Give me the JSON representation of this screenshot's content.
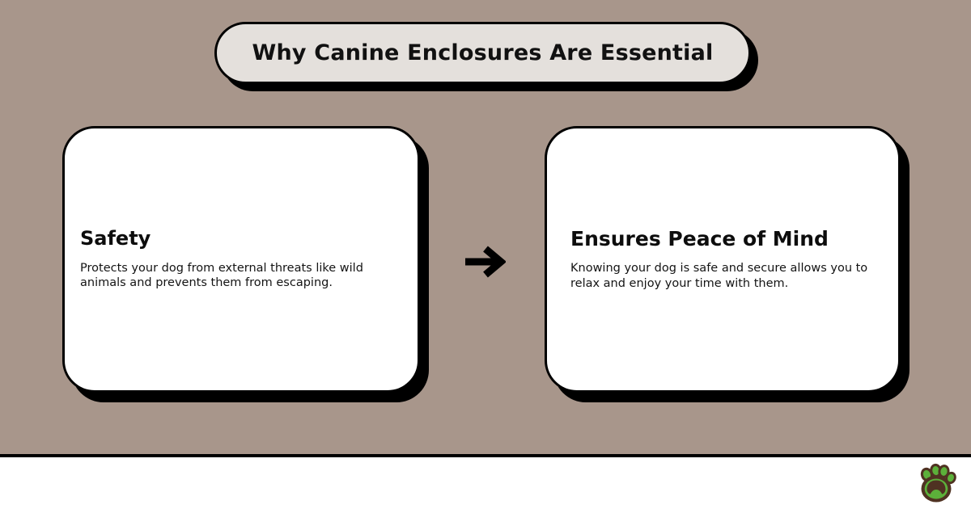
{
  "header": {
    "title": "Why Canine Enclosures Are Essential"
  },
  "cards": [
    {
      "heading": "Safety",
      "body": "Protects your dog from external threats like wild animals and prevents them from escaping."
    },
    {
      "heading": "Ensures Peace of Mind",
      "body": "Knowing your dog is safe and secure allows you to relax and enjoy your time with them."
    }
  ],
  "connector": {
    "icon": "arrow-right-icon"
  },
  "footer": {
    "logo_icon": "paw-print-logo"
  },
  "colors": {
    "background": "#a8968b",
    "title_pill_fill": "#e4e0dc",
    "card_fill": "#ffffff",
    "outline": "#000000",
    "text": "#0d0d0d",
    "logo_green": "#5cb03a",
    "logo_brown": "#4f3222",
    "footer_background": "#ffffff"
  }
}
